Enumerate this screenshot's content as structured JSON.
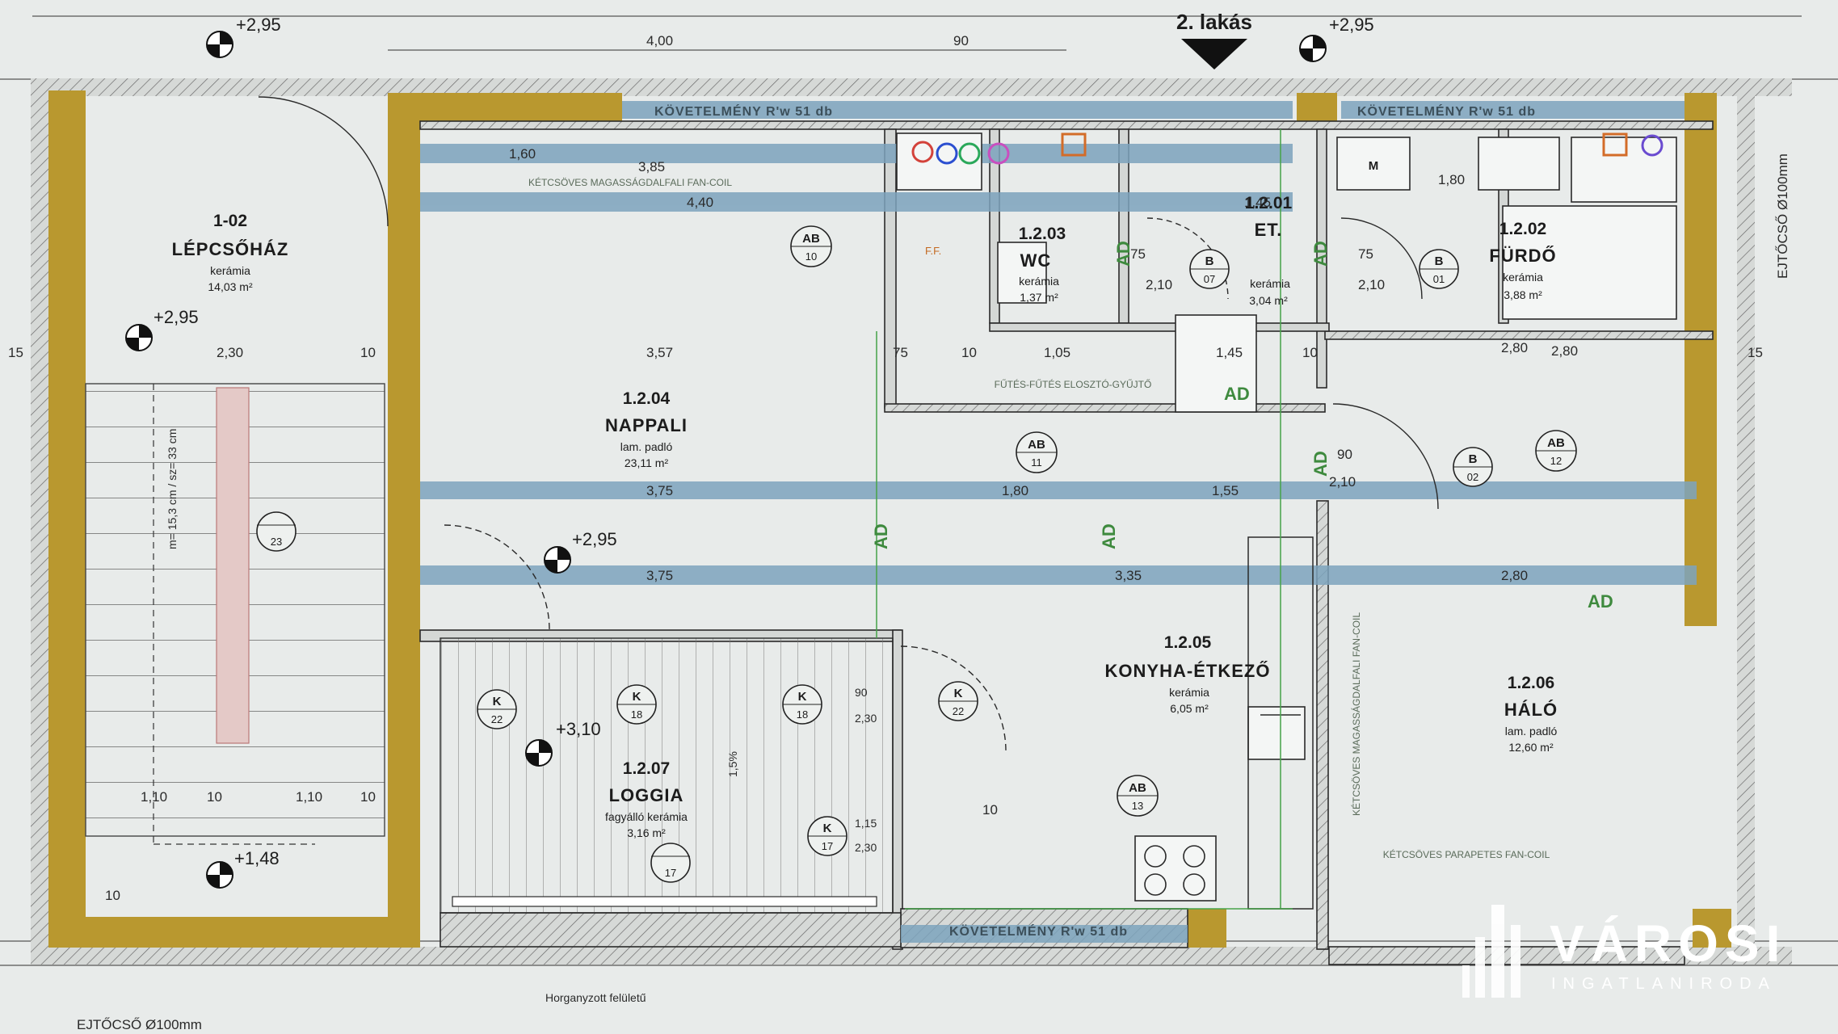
{
  "title": "2. lakás",
  "rooms": [
    {
      "number": "1-02",
      "name": "LÉPCSŐHÁZ",
      "material": "kerámia",
      "area": "14,03 m²"
    },
    {
      "number": "1.2.04",
      "name": "NAPPALI",
      "material": "lam. padló",
      "area": "23,11 m²"
    },
    {
      "number": "1.2.03",
      "name": "WC",
      "material": "kerámia",
      "area": "1,37 m²"
    },
    {
      "number": "1.2.01",
      "name": "ET.",
      "material": "kerámia",
      "area": "3,04 m²"
    },
    {
      "number": "1.2.02",
      "name": "FÜRDŐ",
      "material": "kerámia",
      "area": "3,88 m²"
    },
    {
      "number": "1.2.05",
      "name": "KONYHA-ÉTKEZŐ",
      "material": "kerámia",
      "area": "6,05 m²"
    },
    {
      "number": "1.2.06",
      "name": "HÁLÓ",
      "material": "lam. padló",
      "area": "12,60 m²"
    },
    {
      "number": "1.2.07",
      "name": "LOGGIA",
      "material": "fagyálló kerámia",
      "area": "3,16 m²"
    }
  ],
  "levels": [
    "+2,95",
    "+2,95",
    "+2,95",
    "+2,95",
    "+3,10",
    "+1,48"
  ],
  "dimensions": {
    "top": [
      "4,00",
      "90"
    ],
    "bands": [
      "1,60",
      "3,85",
      "4,40",
      "3,75",
      "1,80",
      "1,55",
      "3,75",
      "3,35",
      "2,80",
      "1,80",
      "1,45",
      "2,80"
    ],
    "row_300": [
      "15",
      "2,30",
      "10",
      "3,57",
      "75",
      "10",
      "1,05",
      "1,45",
      "10",
      "2,80",
      "15"
    ],
    "misc": [
      "75",
      "2,10",
      "75",
      "2,10",
      "90",
      "2,10",
      "1,10",
      "10",
      "1,10",
      "10",
      "1,15",
      "2,30",
      "90",
      "2,30",
      "10",
      "10"
    ]
  },
  "bands": {
    "req_top_left": "KÖVETELMÉNY R'w 51 db",
    "req_top_right": "KÖVETELMÉNY R'w 51 db",
    "req_bottom": "KÖVETELMÉNY R'w 51 db"
  },
  "notes": {
    "fancoil_top": "KÉTCSÖVES MAGASSÁGDALFALI FAN-COIL",
    "fancoil_kitchen": "KÉTCSÖVES MAGASSÁGDALFALI FAN-COIL",
    "fancoil_bedroom": "KÉTCSÖVES PARAPETES FAN-COIL",
    "heating": "FŰTÉS-FŰTÉS ELOSZTÓ-GYŰJTŐ",
    "slope": "1,5%",
    "chimney_left": "EJTŐCSŐ Ø100mm",
    "chimney_right": "EJTŐCSŐ Ø100mm",
    "sheet": "Horganyzott felületű",
    "stair": "m= 15,3 cm / sz= 33 cm",
    "appliance_m": "M",
    "ff": "F.F."
  },
  "tags": [
    {
      "top": "AB",
      "bot": "10"
    },
    {
      "top": "AB",
      "bot": "11"
    },
    {
      "top": "AB",
      "bot": "12"
    },
    {
      "top": "AB",
      "bot": "13"
    },
    {
      "top": "B",
      "bot": "07"
    },
    {
      "top": "B",
      "bot": "01"
    },
    {
      "top": "B",
      "bot": "02"
    },
    {
      "top": "K",
      "bot": "22"
    },
    {
      "top": "K",
      "bot": "18"
    },
    {
      "top": "K",
      "bot": "18"
    },
    {
      "top": "K",
      "bot": "22"
    },
    {
      "top": "K",
      "bot": "17"
    },
    {
      "top": "",
      "bot": "23"
    },
    {
      "top": "",
      "bot": "17"
    }
  ],
  "ad_label": "AD",
  "brand": {
    "name": "VÁROSI",
    "tagline": "INGATLANIRODA"
  },
  "colors": {
    "wall": "#b9982f",
    "band": "#7da3bd",
    "paper": "#e8ebea",
    "line": "#1c1c1c",
    "accent_green": "#3e8a3e"
  }
}
